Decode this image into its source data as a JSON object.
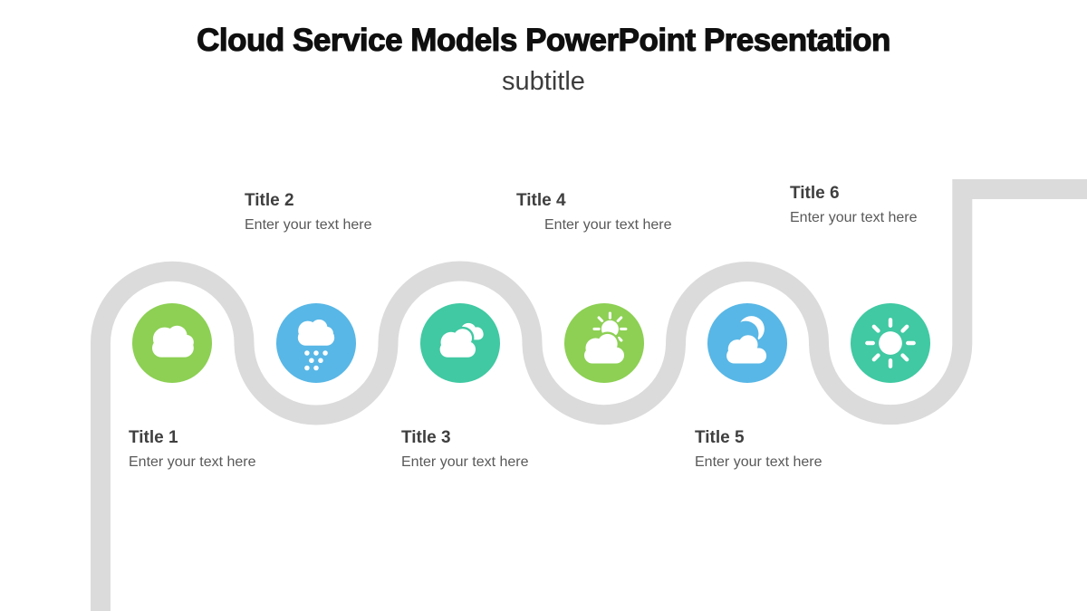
{
  "slide": {
    "title": "Cloud Service Models PowerPoint Presentation",
    "subtitle": "subtitle"
  },
  "colors": {
    "road_gray": "#DBDBDB",
    "green": "#8DD054",
    "blue": "#58B7E6",
    "teal": "#40C9A2",
    "title_text": "#0F0F0F",
    "subtitle_text": "#3D3D3D",
    "label_title_text": "#3F3F3F",
    "label_body_text": "#595959"
  },
  "timeline": {
    "items": [
      {
        "title": "Title 1",
        "body": "Enter your text here",
        "icon": "cloud-icon",
        "color": "#8DD054",
        "label_position": "below"
      },
      {
        "title": "Title 2",
        "body": "Enter your text here",
        "icon": "rain-cloud-icon",
        "color": "#58B7E6",
        "label_position": "above"
      },
      {
        "title": "Title 3",
        "body": "Enter your text here",
        "icon": "clouds-icon",
        "color": "#40C9A2",
        "label_position": "below"
      },
      {
        "title": "Title 4",
        "body": "Enter your text here",
        "icon": "sun-behind-cloud-icon",
        "color": "#8DD054",
        "label_position": "above"
      },
      {
        "title": "Title 5",
        "body": "Enter your text here",
        "icon": "moon-cloud-icon",
        "color": "#58B7E6",
        "label_position": "below"
      },
      {
        "title": "Title 6",
        "body": "Enter your text here",
        "icon": "sun-icon",
        "color": "#40C9A2",
        "label_position": "above"
      }
    ]
  }
}
